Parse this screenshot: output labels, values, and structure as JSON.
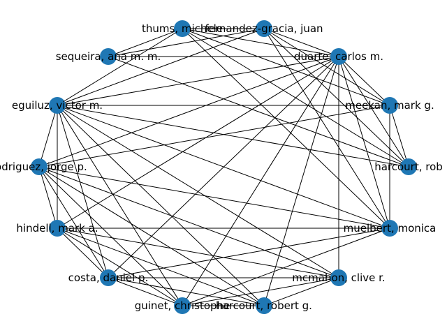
{
  "graph": {
    "node_color": "#1f77b4",
    "edge_color": "#000000",
    "nodes": [
      {
        "id": "thums",
        "label": "thums, michele"
      },
      {
        "id": "fernandez",
        "label": "fernandez-gracia, juan"
      },
      {
        "id": "duarte",
        "label": "duarte, carlos m."
      },
      {
        "id": "meekan",
        "label": "meekan, mark g."
      },
      {
        "id": "harcourt_rob",
        "label": "harcourt, rob"
      },
      {
        "id": "muelbert",
        "label": "muelbert, monica"
      },
      {
        "id": "mcmahon",
        "label": "mcmahon, clive r."
      },
      {
        "id": "harcourt_robert",
        "label": "harcourt, robert g."
      },
      {
        "id": "guinet",
        "label": "guinet, christophe"
      },
      {
        "id": "costa",
        "label": "costa, daniel p."
      },
      {
        "id": "hindell",
        "label": "hindell, mark a."
      },
      {
        "id": "rodriguez",
        "label": "rodriguez, jorge p."
      },
      {
        "id": "eguiluz",
        "label": "eguiluz, victor m."
      },
      {
        "id": "sequeira",
        "label": "sequeira, ana m. m."
      }
    ],
    "edges": [
      [
        "thums",
        "fernandez"
      ],
      [
        "thums",
        "duarte"
      ],
      [
        "thums",
        "meekan"
      ],
      [
        "thums",
        "harcourt_rob"
      ],
      [
        "thums",
        "muelbert"
      ],
      [
        "thums",
        "eguiluz"
      ],
      [
        "thums",
        "sequeira"
      ],
      [
        "fernandez",
        "duarte"
      ],
      [
        "fernandez",
        "meekan"
      ],
      [
        "fernandez",
        "harcourt_rob"
      ],
      [
        "fernandez",
        "muelbert"
      ],
      [
        "fernandez",
        "eguiluz"
      ],
      [
        "fernandez",
        "sequeira"
      ],
      [
        "duarte",
        "meekan"
      ],
      [
        "duarte",
        "harcourt_rob"
      ],
      [
        "duarte",
        "muelbert"
      ],
      [
        "duarte",
        "mcmahon"
      ],
      [
        "duarte",
        "harcourt_robert"
      ],
      [
        "duarte",
        "guinet"
      ],
      [
        "duarte",
        "costa"
      ],
      [
        "duarte",
        "hindell"
      ],
      [
        "duarte",
        "rodriguez"
      ],
      [
        "duarte",
        "eguiluz"
      ],
      [
        "duarte",
        "sequeira"
      ],
      [
        "meekan",
        "harcourt_rob"
      ],
      [
        "meekan",
        "muelbert"
      ],
      [
        "meekan",
        "rodriguez"
      ],
      [
        "meekan",
        "eguiluz"
      ],
      [
        "harcourt_rob",
        "eguiluz"
      ],
      [
        "harcourt_rob",
        "sequeira"
      ],
      [
        "muelbert",
        "guinet"
      ],
      [
        "muelbert",
        "costa"
      ],
      [
        "muelbert",
        "hindell"
      ],
      [
        "muelbert",
        "rodriguez"
      ],
      [
        "muelbert",
        "eguiluz"
      ],
      [
        "mcmahon",
        "harcourt_robert"
      ],
      [
        "mcmahon",
        "guinet"
      ],
      [
        "mcmahon",
        "costa"
      ],
      [
        "mcmahon",
        "hindell"
      ],
      [
        "mcmahon",
        "rodriguez"
      ],
      [
        "mcmahon",
        "eguiluz"
      ],
      [
        "harcourt_robert",
        "guinet"
      ],
      [
        "harcourt_robert",
        "costa"
      ],
      [
        "harcourt_robert",
        "hindell"
      ],
      [
        "harcourt_robert",
        "rodriguez"
      ],
      [
        "harcourt_robert",
        "eguiluz"
      ],
      [
        "guinet",
        "costa"
      ],
      [
        "guinet",
        "hindell"
      ],
      [
        "guinet",
        "rodriguez"
      ],
      [
        "guinet",
        "eguiluz"
      ],
      [
        "costa",
        "hindell"
      ],
      [
        "costa",
        "rodriguez"
      ],
      [
        "costa",
        "eguiluz"
      ],
      [
        "hindell",
        "rodriguez"
      ],
      [
        "hindell",
        "eguiluz"
      ],
      [
        "rodriguez",
        "eguiluz"
      ],
      [
        "eguiluz",
        "meekan"
      ]
    ]
  }
}
